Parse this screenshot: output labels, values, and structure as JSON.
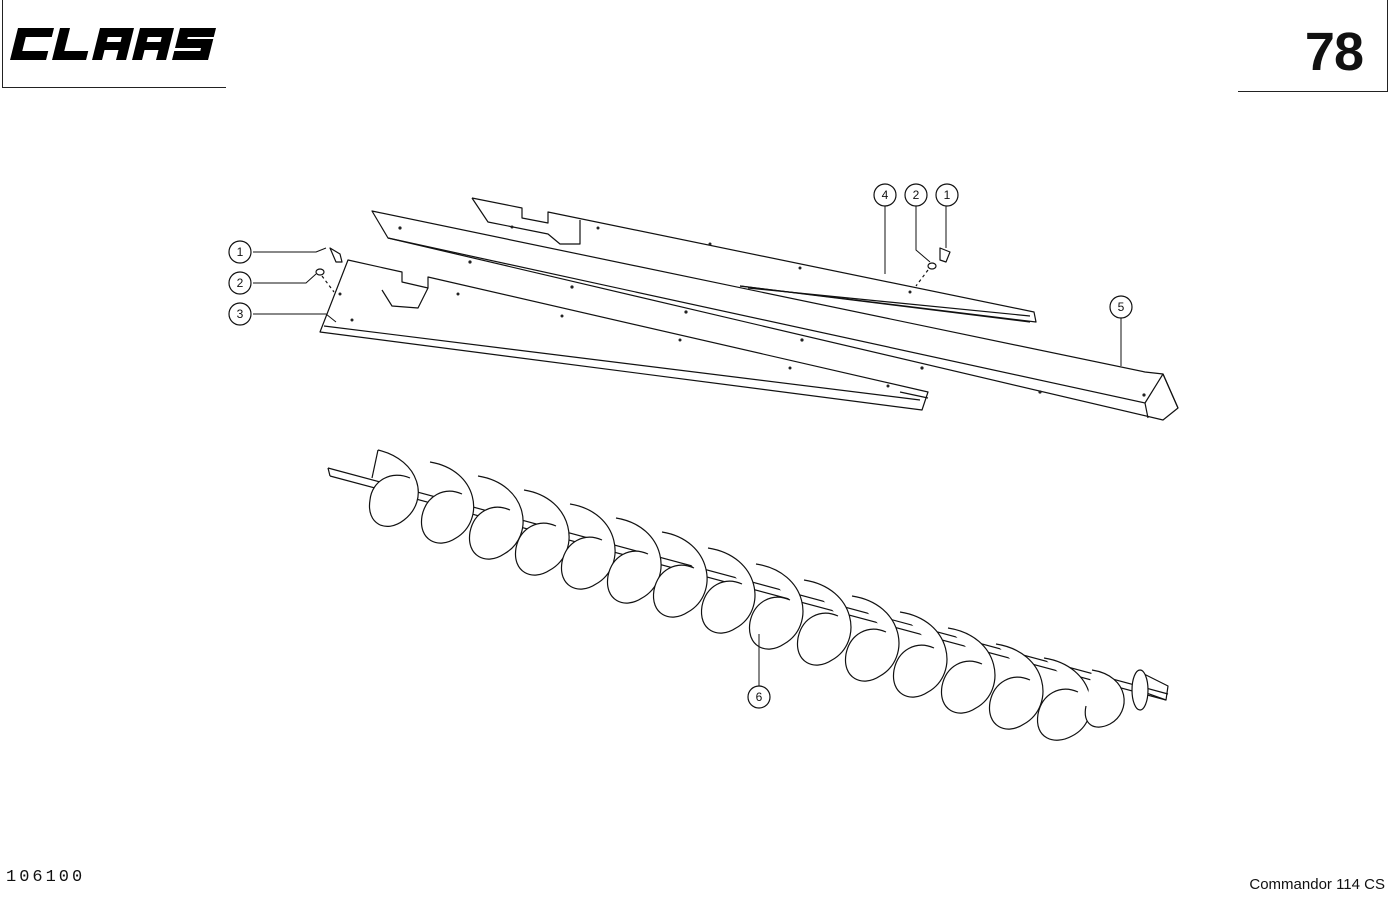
{
  "brand": {
    "logo_text": "CLAAS",
    "logo_icon": "claas-logo"
  },
  "header": {
    "page_number": "78"
  },
  "footer": {
    "doc_code": "106100",
    "model": "Commandor 114 CS"
  },
  "callouts": [
    {
      "id": "c1a",
      "label": "1"
    },
    {
      "id": "c2a",
      "label": "2"
    },
    {
      "id": "c3",
      "label": "3"
    },
    {
      "id": "c4",
      "label": "4"
    },
    {
      "id": "c2b",
      "label": "2"
    },
    {
      "id": "c1b",
      "label": "1"
    },
    {
      "id": "c5",
      "label": "5"
    },
    {
      "id": "c6",
      "label": "6"
    }
  ]
}
